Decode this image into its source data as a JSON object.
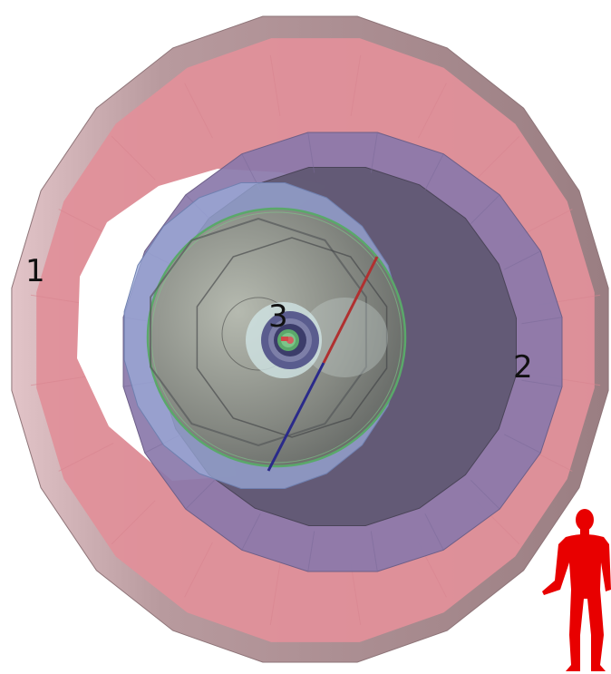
{
  "labels": {
    "outer_layer": "1",
    "middle_layer": "2",
    "inner_core": "3"
  },
  "colors": {
    "outer_fill": "#e0909a",
    "outer_rim": "#a08888",
    "middle_fill": "#8a78aa",
    "middle_dark": "#5e5670",
    "inner_blue": "#9aaad8",
    "core_green_ring": "#5aa86a",
    "core_gray": "#8e9188",
    "beam_red": "#b03030",
    "beam_blue": "#2a2a8a",
    "human_scale": "#e80000"
  },
  "scale_figure": "human-silhouette"
}
